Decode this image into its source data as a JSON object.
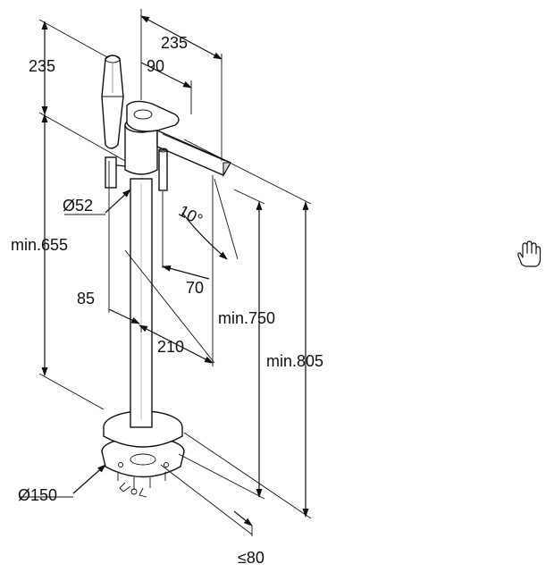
{
  "diagram": {
    "labels": {
      "top_width": "235",
      "top_offset": "90",
      "handshower_height": "235",
      "diameter_column": "Ø52",
      "angle": "10°",
      "min_height_left": "min.655",
      "spout_offset": "70",
      "base_offset": "85",
      "spout_reach": "210",
      "min_height_spout": "min.750",
      "min_height_total": "min.805",
      "diameter_base": "Ø150",
      "max_floor": "≤80"
    },
    "cursor_icon": "hand-cursor-icon"
  }
}
